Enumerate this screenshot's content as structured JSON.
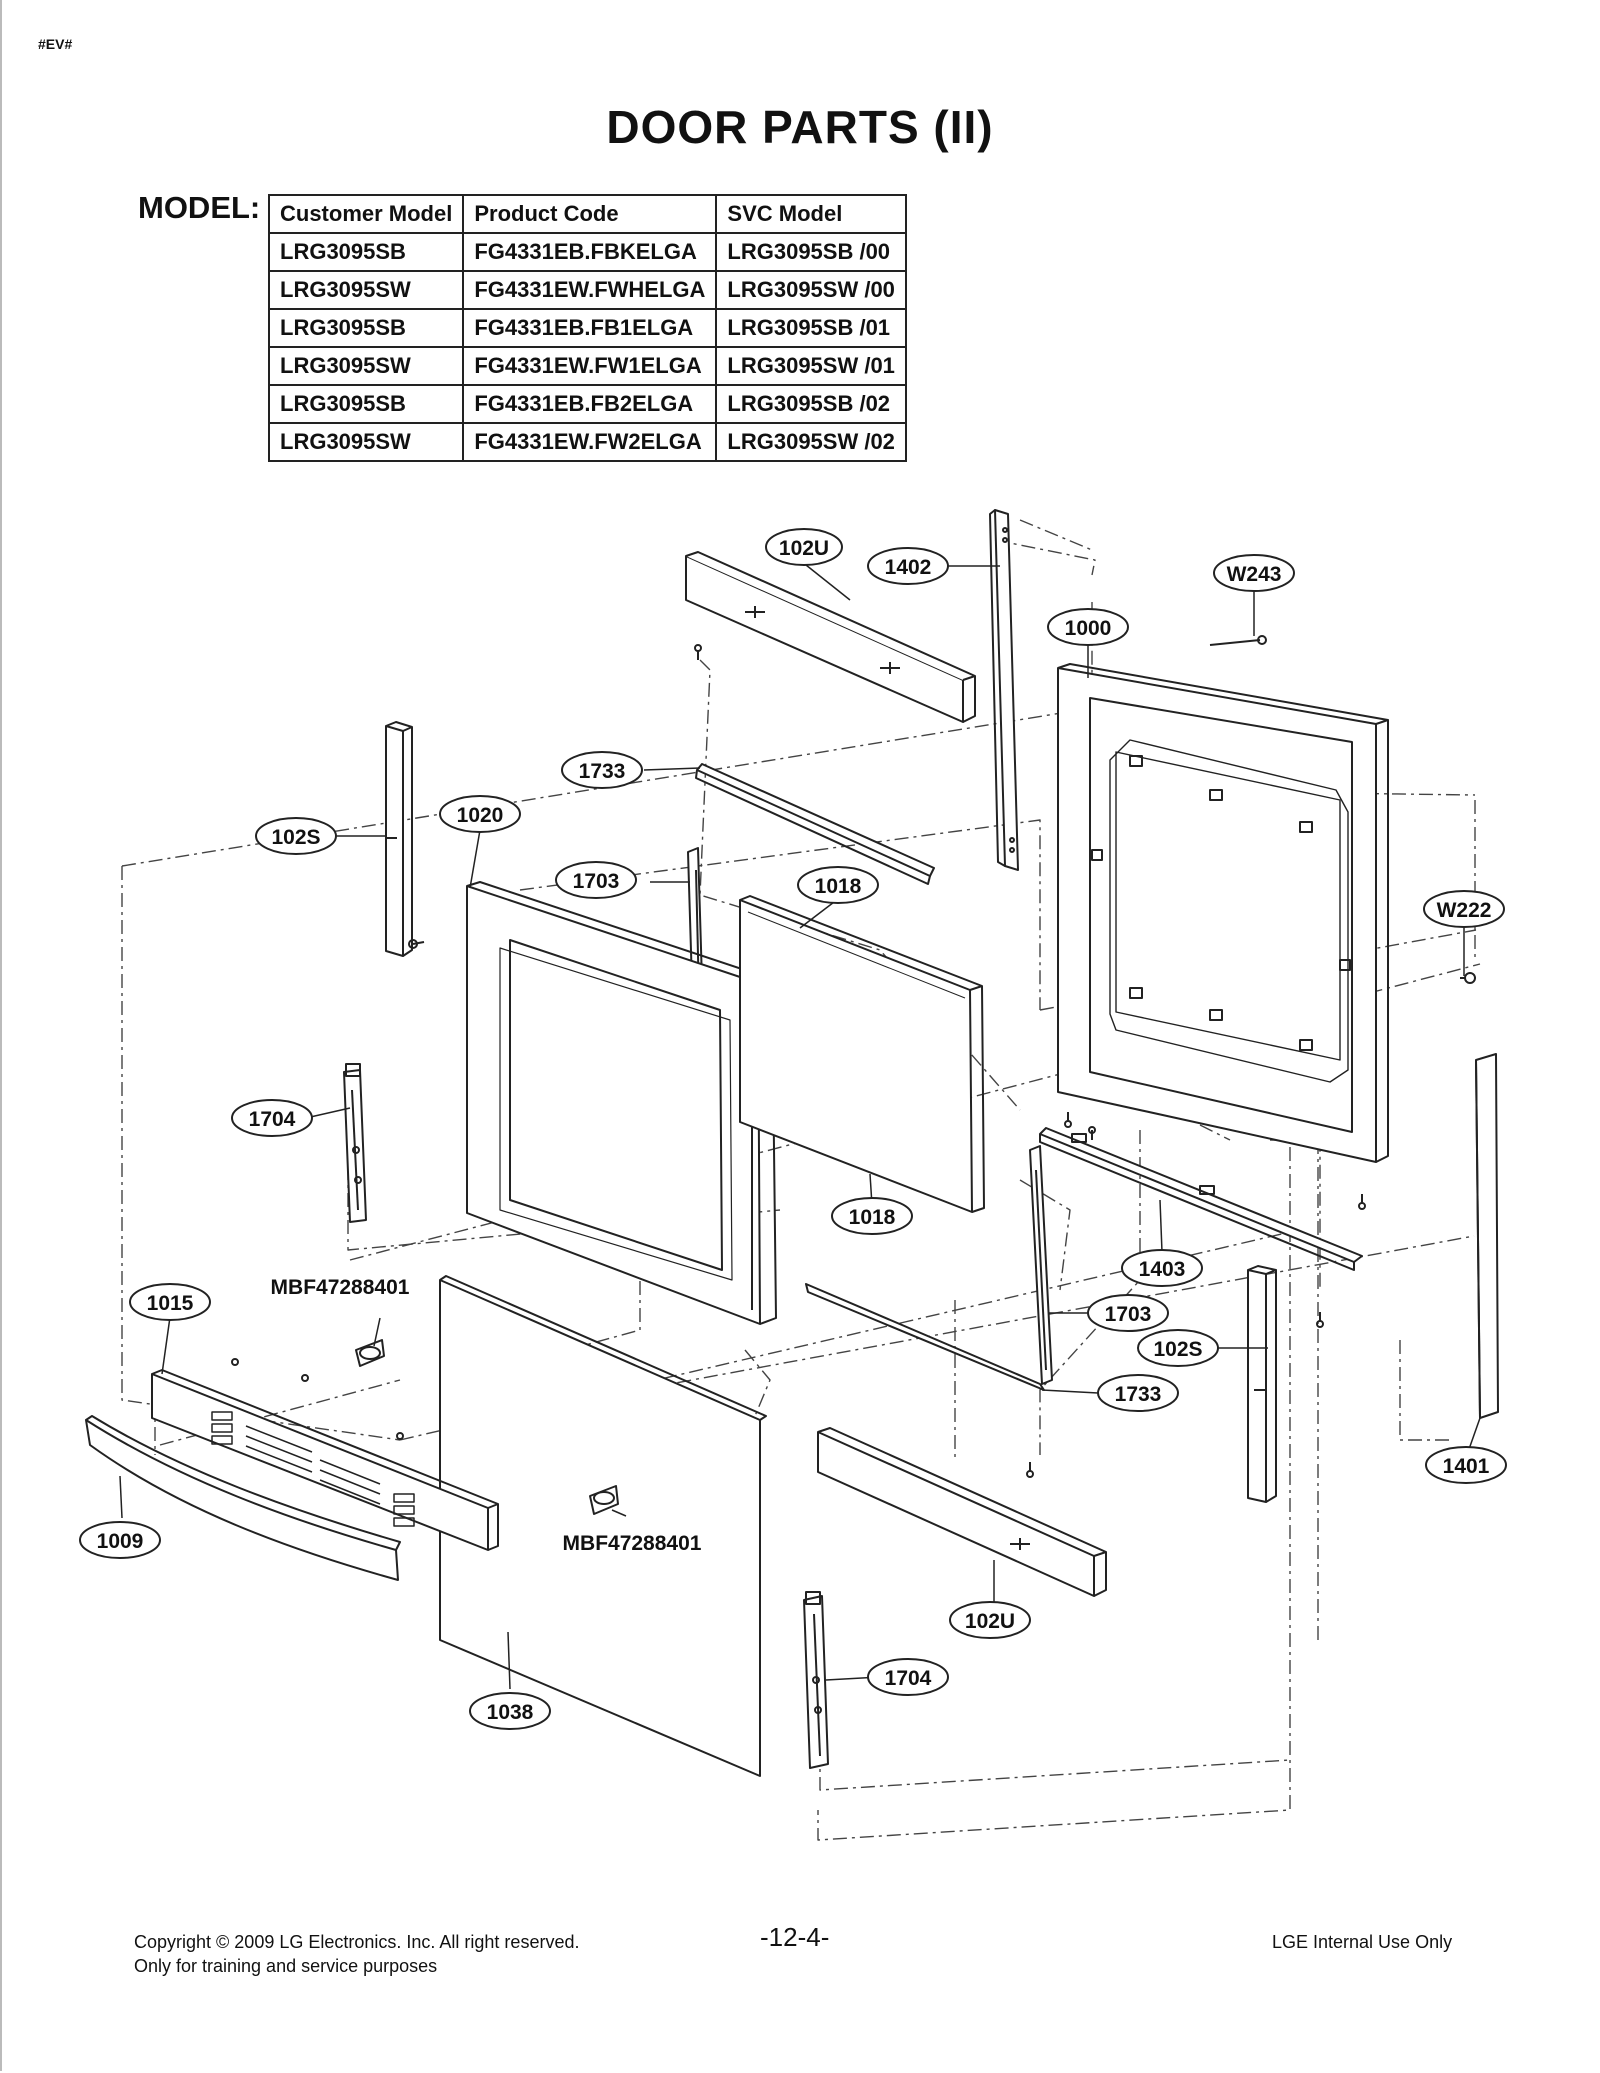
{
  "doc_tag": "#EV#",
  "title": "DOOR PARTS (II)",
  "model_label": "MODEL:",
  "model_table": {
    "headers": [
      "Customer Model",
      "Product Code",
      "SVC Model"
    ],
    "rows": [
      [
        "LRG3095SB",
        "FG4331EB.FBKELGA",
        "LRG3095SB /00"
      ],
      [
        "LRG3095SW",
        "FG4331EW.FWHELGA",
        "LRG3095SW /00"
      ],
      [
        "LRG3095SB",
        "FG4331EB.FB1ELGA",
        "LRG3095SB /01"
      ],
      [
        "LRG3095SW",
        "FG4331EW.FW1ELGA",
        "LRG3095SW /01"
      ],
      [
        "LRG3095SB",
        "FG4331EB.FB2ELGA",
        "LRG3095SB /02"
      ],
      [
        "LRG3095SW",
        "FG4331EW.FW2ELGA",
        "LRG3095SW /02"
      ]
    ]
  },
  "callouts": [
    "102U",
    "1402",
    "W243",
    "1000",
    "1733",
    "102S",
    "1020",
    "1703",
    "1018",
    "W222",
    "1704",
    "1018",
    "1403",
    "1703",
    "102S",
    "1733",
    "1401",
    "1015",
    "1009",
    "102U",
    "1704",
    "1038"
  ],
  "part_labels": [
    "MBF47288401",
    "MBF47288401"
  ],
  "footer": {
    "copyright": "Copyright © 2009 LG Electronics. Inc. All right reserved.",
    "training": "Only for training and service purposes",
    "page_number": "-12-4-",
    "internal": "LGE Internal Use Only"
  }
}
